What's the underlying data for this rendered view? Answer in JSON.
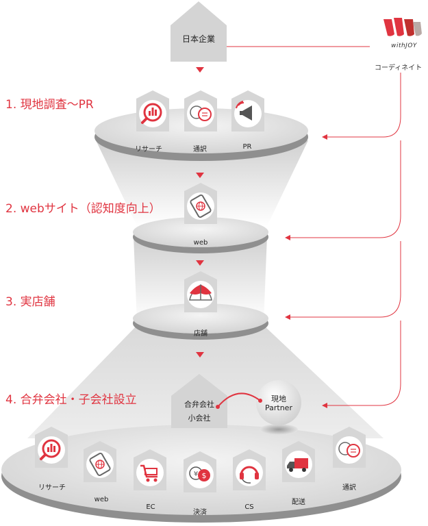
{
  "top": {
    "company": "日本企業",
    "brand": "withJOY",
    "coordinate": "コーディネイト"
  },
  "steps": [
    {
      "title": "1. 現地調査〜PR",
      "items": [
        "リサーチ",
        "通訳",
        "PR"
      ]
    },
    {
      "title": "2. webサイト（認知度向上）",
      "items": [
        "web"
      ]
    },
    {
      "title": "3. 実店舗",
      "items": [
        "店舗"
      ]
    },
    {
      "title": "4. 合弁会社・子会社設立",
      "items": [
        "リサーチ",
        "web",
        "EC",
        "決済",
        "CS",
        "配送",
        "通訳"
      ]
    }
  ],
  "entity": {
    "line1": "合弁会社",
    "line2": "小会社"
  },
  "partner": {
    "line1": "現地",
    "line2": "Partner"
  },
  "colors": {
    "accent": "#e03440",
    "disk": "#d6d6d6",
    "disk_edge": "#8a8a8a"
  },
  "icons": {
    "research": "research-chart-icon",
    "translate": "speech-bubbles-icon",
    "pr": "megaphone-icon",
    "web": "smartphone-globe-icon",
    "store": "tent-icon",
    "ec": "shopping-cart-icon",
    "payment": "coins-icon",
    "cs": "headset-icon",
    "delivery": "truck-icon"
  }
}
